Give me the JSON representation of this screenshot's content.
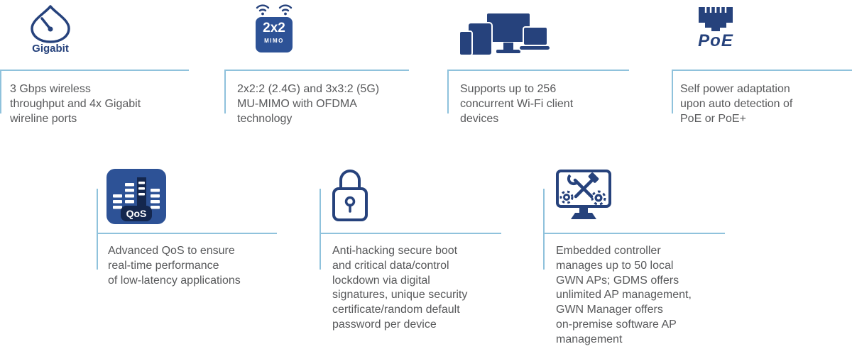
{
  "colors": {
    "navy": "#26427C",
    "badge_blue": "#2D5296",
    "badge_dark": "#14274E",
    "line_blue": "#8FC2DC",
    "text_gray": "#58595B"
  },
  "features": [
    {
      "name": "gigabit",
      "icon": "speedometer-icon",
      "label": "Gigabit",
      "text": "3 Gbps wireless\nthroughput and 4x Gigabit\nwireline ports"
    },
    {
      "name": "mimo",
      "icon": "wifi-mimo-icon",
      "badge_main": "2x2",
      "badge_sub": "MIMO",
      "text": "2x2:2 (2.4G) and 3x3:2 (5G)\nMU-MIMO with OFDMA\ntechnology"
    },
    {
      "name": "client-devices",
      "icon": "devices-icon",
      "text": "Supports up to 256\nconcurrent Wi-Fi client\ndevices"
    },
    {
      "name": "poe",
      "icon": "ethernet-port-icon",
      "label": "PoE",
      "text": "Self power adaptation\nupon auto detection of\nPoE or PoE+"
    },
    {
      "name": "qos",
      "icon": "qos-equalizer-icon",
      "badge_label": "QoS",
      "text": "Advanced QoS to ensure\nreal-time performance\nof low-latency applications"
    },
    {
      "name": "security",
      "icon": "padlock-icon",
      "text": "Anti-hacking secure boot\nand critical data/control\nlockdown via digital\nsignatures, unique security\ncertificate/random default\npassword per device"
    },
    {
      "name": "management",
      "icon": "monitor-tools-icon",
      "text": "Embedded controller\nmanages up to 50 local\nGWN APs; GDMS offers\nunlimited AP management,\nGWN Manager offers\non-premise software AP\nmanagement"
    }
  ]
}
